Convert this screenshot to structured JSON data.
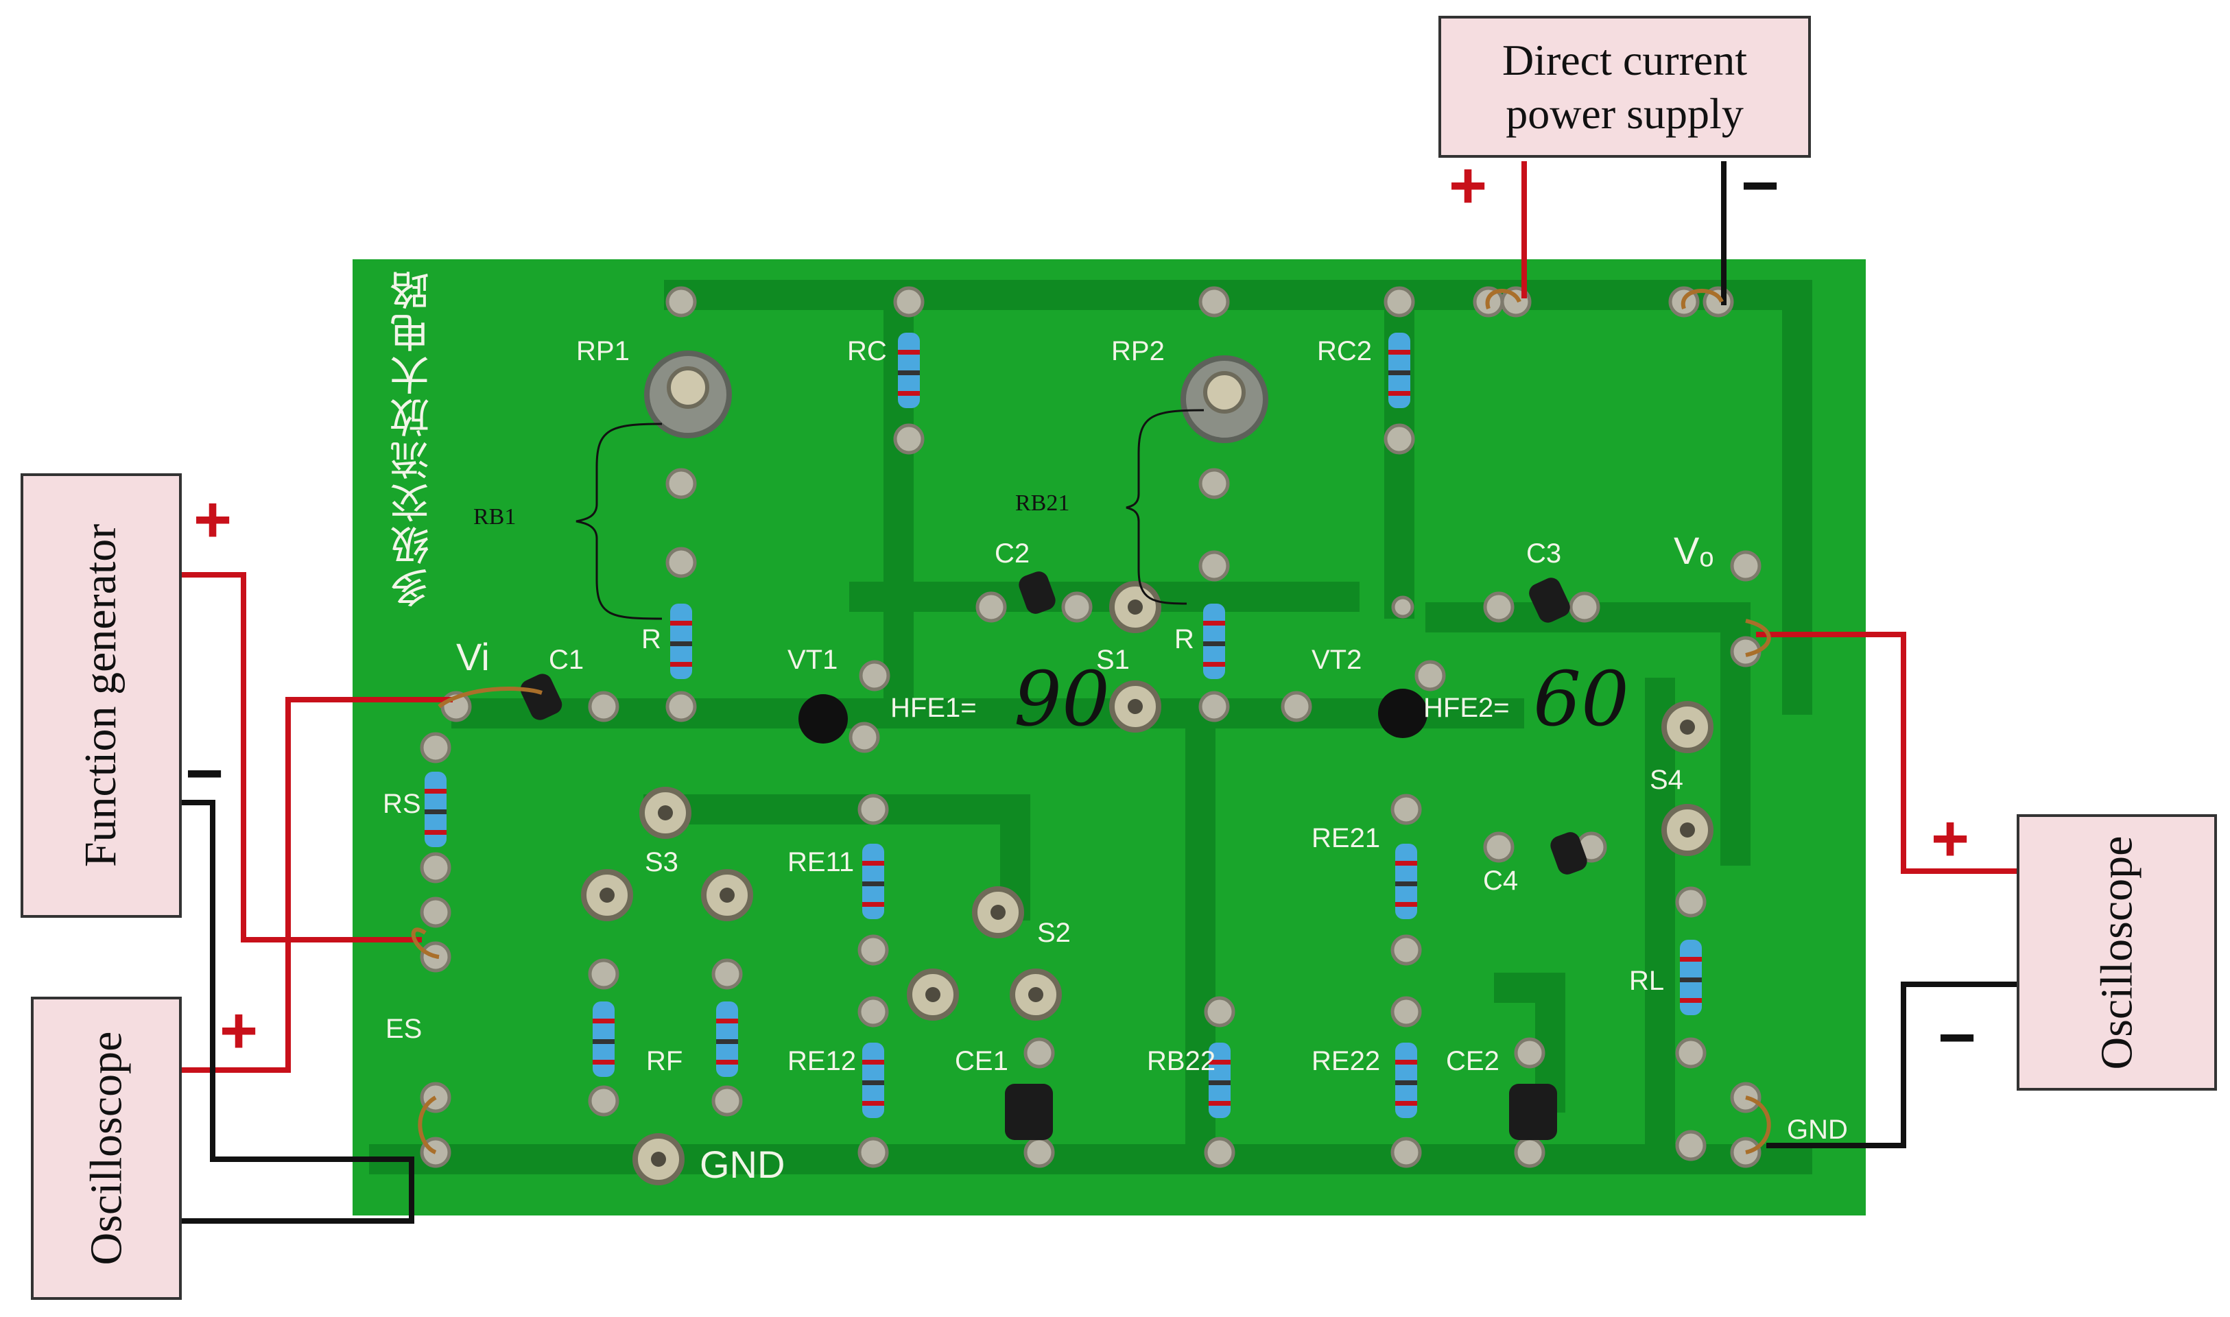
{
  "board": {
    "title_cn": "多级交流放大电路",
    "pcb_color": "#19a52b",
    "trace_color": "#0f8a22",
    "wire_positive_color": "#c8101a",
    "wire_negative_color": "#111111"
  },
  "instruments": {
    "dc_supply": "Direct current power supply",
    "function_generator": "Function generator",
    "oscilloscope_left": "Oscilloscope",
    "oscilloscope_right": "Oscilloscope"
  },
  "polarity": {
    "plus": "+",
    "minus": "−"
  },
  "silkscreen": {
    "rp1": "RP1",
    "rc": "RC",
    "rp2": "RP2",
    "rc2": "RC2",
    "c2": "C2",
    "c3": "C3",
    "vo": "Vₒ",
    "vi": "Vi",
    "c1": "C1",
    "vt1": "VT1",
    "hfe1": "HFE1=",
    "s1": "S1",
    "vt2": "VT2",
    "hfe2": "HFE2=",
    "r1": "R",
    "r2": "R",
    "rs": "RS",
    "s3": "S3",
    "re11": "RE11",
    "s2": "S2",
    "re21": "RE21",
    "c4": "C4",
    "s4": "S4",
    "rl": "RL",
    "es": "ES",
    "rf": "RF",
    "re12": "RE12",
    "ce1": "CE1",
    "rb22": "RB22",
    "re22": "RE22",
    "ce2": "CE2",
    "gnd_bottom": "GND",
    "gnd_right": "GND"
  },
  "handwritten": {
    "hfe1_value": "90",
    "hfe2_value": "60"
  },
  "annotations": {
    "rb1": "RB1",
    "rb21": "RB21"
  }
}
